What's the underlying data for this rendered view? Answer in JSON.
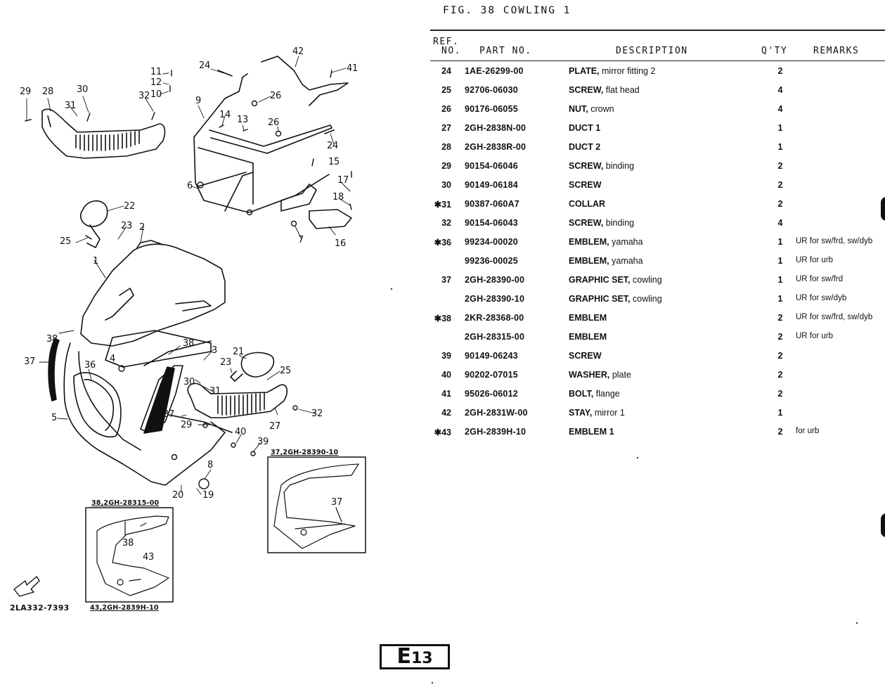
{
  "figure": {
    "title": "FIG. 38  COWLING 1"
  },
  "table_headers": {
    "ref_line1": "REF.",
    "ref_line2": "NO.",
    "part_no": "PART NO.",
    "description": "DESCRIPTION",
    "qty": "Q'TY",
    "remarks": "REMARKS"
  },
  "parts": [
    {
      "ref": "24",
      "marked": false,
      "part_no": "1AE-26299-00",
      "desc_main": "PLATE,",
      "desc_sub": " mirror fitting 2",
      "qty": "2",
      "remarks": ""
    },
    {
      "ref": "25",
      "marked": false,
      "part_no": "92706-06030",
      "desc_main": "SCREW,",
      "desc_sub": " flat head",
      "qty": "4",
      "remarks": ""
    },
    {
      "ref": "26",
      "marked": false,
      "part_no": "90176-06055",
      "desc_main": "NUT,",
      "desc_sub": " crown",
      "qty": "4",
      "remarks": ""
    },
    {
      "ref": "27",
      "marked": false,
      "part_no": "2GH-2838N-00",
      "desc_main": "DUCT 1",
      "desc_sub": "",
      "qty": "1",
      "remarks": ""
    },
    {
      "ref": "28",
      "marked": false,
      "part_no": "2GH-2838R-00",
      "desc_main": "DUCT 2",
      "desc_sub": "",
      "qty": "1",
      "remarks": ""
    },
    {
      "ref": "29",
      "marked": false,
      "part_no": "90154-06046",
      "desc_main": "SCREW,",
      "desc_sub": " binding",
      "qty": "2",
      "remarks": ""
    },
    {
      "ref": "30",
      "marked": false,
      "part_no": "90149-06184",
      "desc_main": "SCREW",
      "desc_sub": "",
      "qty": "2",
      "remarks": ""
    },
    {
      "ref": "✱31",
      "marked": true,
      "part_no": "90387-060A7",
      "desc_main": "COLLAR",
      "desc_sub": "",
      "qty": "2",
      "remarks": ""
    },
    {
      "ref": "32",
      "marked": false,
      "part_no": "90154-06043",
      "desc_main": "SCREW,",
      "desc_sub": " binding",
      "qty": "4",
      "remarks": ""
    },
    {
      "ref": "✱36",
      "marked": true,
      "part_no": "99234-00020",
      "desc_main": "EMBLEM,",
      "desc_sub": " yamaha",
      "qty": "1",
      "remarks": "UR for sw/frd, sw/dyb"
    },
    {
      "ref": "",
      "marked": false,
      "part_no": "99236-00025",
      "desc_main": "EMBLEM,",
      "desc_sub": " yamaha",
      "qty": "1",
      "remarks": "UR for urb"
    },
    {
      "ref": "37",
      "marked": false,
      "part_no": "2GH-28390-00",
      "desc_main": "GRAPHIC SET,",
      "desc_sub": " cowling",
      "qty": "1",
      "remarks": "UR for sw/frd"
    },
    {
      "ref": "",
      "marked": false,
      "part_no": "2GH-28390-10",
      "desc_main": "GRAPHIC SET,",
      "desc_sub": " cowling",
      "qty": "1",
      "remarks": "UR for sw/dyb"
    },
    {
      "ref": "✱38",
      "marked": true,
      "part_no": "2KR-28368-00",
      "desc_main": "EMBLEM",
      "desc_sub": "",
      "qty": "2",
      "remarks": "UR for sw/frd, sw/dyb"
    },
    {
      "ref": "",
      "marked": false,
      "part_no": "2GH-28315-00",
      "desc_main": "EMBLEM",
      "desc_sub": "",
      "qty": "2",
      "remarks": "UR for urb"
    },
    {
      "ref": "39",
      "marked": false,
      "part_no": "90149-06243",
      "desc_main": "SCREW",
      "desc_sub": "",
      "qty": "2",
      "remarks": ""
    },
    {
      "ref": "40",
      "marked": false,
      "part_no": "90202-07015",
      "desc_main": "WASHER,",
      "desc_sub": " plate",
      "qty": "2",
      "remarks": ""
    },
    {
      "ref": "41",
      "marked": false,
      "part_no": "95026-06012",
      "desc_main": "BOLT,",
      "desc_sub": " flange",
      "qty": "2",
      "remarks": ""
    },
    {
      "ref": "42",
      "marked": false,
      "part_no": "2GH-2831W-00",
      "desc_main": "STAY,",
      "desc_sub": " mirror 1",
      "qty": "1",
      "remarks": ""
    },
    {
      "ref": "✱43",
      "marked": true,
      "part_no": "2GH-2839H-10",
      "desc_main": "EMBLEM 1",
      "desc_sub": "",
      "qty": "2",
      "remarks": "for urb"
    }
  ],
  "diagram": {
    "callouts": [
      "29",
      "28",
      "30",
      "31",
      "32",
      "10",
      "11",
      "12",
      "24",
      "42",
      "41",
      "26",
      "9",
      "14",
      "13",
      "26",
      "24",
      "15",
      "17",
      "18",
      "16",
      "7",
      "6",
      "22",
      "23",
      "2",
      "25",
      "1",
      "38",
      "37",
      "36",
      "4",
      "38",
      "3",
      "21",
      "23",
      "25",
      "30",
      "31",
      "37",
      "27",
      "32",
      "29",
      "5",
      "40",
      "39",
      "8",
      "20",
      "19"
    ],
    "inset_left_caption_top": "38,2GH-28315-00",
    "inset_left_caption_bottom": "43,2GH-2839H-10",
    "inset_left_callouts": [
      "38",
      "43"
    ],
    "inset_right_caption": "37,2GH-28390-10",
    "inset_right_callouts": [
      "37"
    ],
    "fwd_label": "FWD",
    "catalog_code": "2LA332-7393"
  },
  "page": {
    "badge_letter": "E",
    "badge_number": "13"
  }
}
